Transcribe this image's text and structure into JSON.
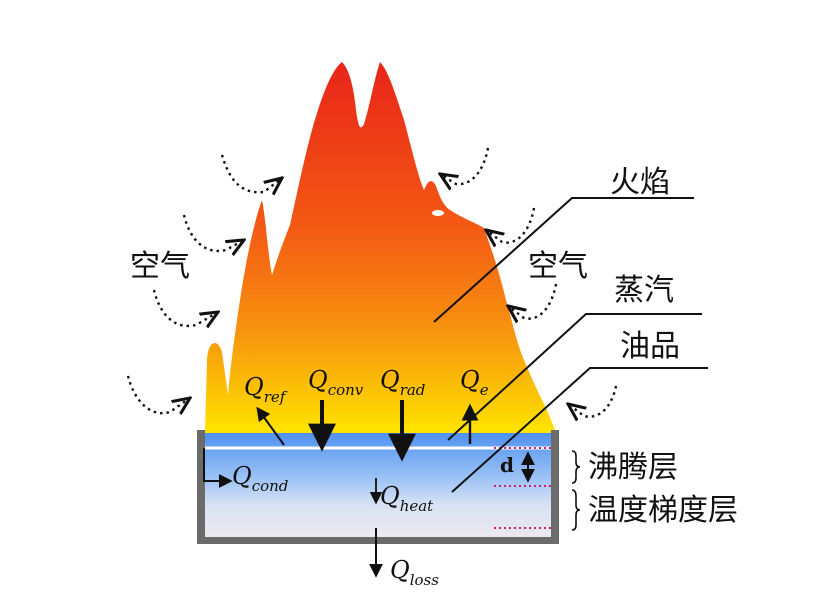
{
  "labels": {
    "flame": "火焰",
    "vapor": "蒸汽",
    "oil": "油品",
    "air_left": "空气",
    "air_right": "空气",
    "boiling_layer": "沸腾层",
    "gradient_layer": "温度梯度层",
    "d": "d"
  },
  "heat_flows": {
    "q_ref": {
      "main": "Q",
      "sub": "ref"
    },
    "q_conv": {
      "main": "Q",
      "sub": "conv"
    },
    "q_rad": {
      "main": "Q",
      "sub": "rad"
    },
    "q_e": {
      "main": "Q",
      "sub": "e"
    },
    "q_cond": {
      "main": "Q",
      "sub": "cond"
    },
    "q_heat": {
      "main": "Q",
      "sub": "heat"
    },
    "q_loss": {
      "main": "Q",
      "sub": "loss"
    }
  },
  "colors": {
    "flame_top": "#e8241a",
    "flame_mid": "#f77a12",
    "flame_bottom": "#ffe000",
    "oil_top": "#4a8ef0",
    "oil_bottom": "#e8e6ee",
    "tank": "#6b6b6b",
    "layer_boundary": "#d0206a"
  }
}
